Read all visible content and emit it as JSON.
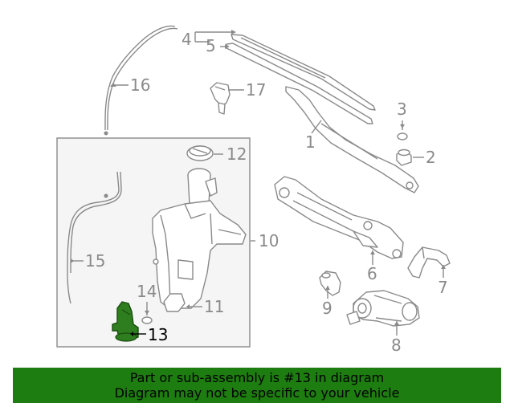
{
  "diagram": {
    "callouts": {
      "c1": "1",
      "c2": "2",
      "c3": "3",
      "c4": "4",
      "c5": "5",
      "c6": "6",
      "c7": "7",
      "c8": "8",
      "c9": "9",
      "c10": "10",
      "c11": "11",
      "c12": "12",
      "c13": "13",
      "c14": "14",
      "c15": "15",
      "c16": "16",
      "c17": "17"
    },
    "highlighted_part": "13",
    "colors": {
      "line": "#8a8a8a",
      "highlight": "#2e7d1e",
      "banner": "#1e7d10",
      "inset_bg": "#f5f5f5"
    }
  },
  "banner": {
    "line1": "Part or sub-assembly is #13 in diagram",
    "line2": "Diagram may not be specific to your vehicle"
  }
}
